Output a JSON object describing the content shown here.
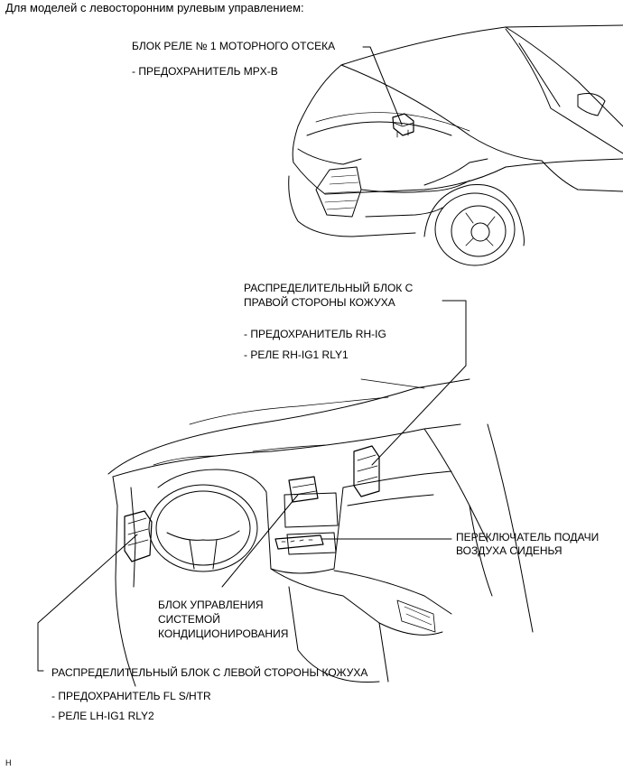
{
  "header": "Для моделей с левосторонним рулевым управлением:",
  "callouts": {
    "engine_relay_block": {
      "title": "БЛОК РЕЛЕ № 1 МОТОРНОГО ОТСЕКА",
      "items": [
        "- ПРЕДОХРАНИТЕЛЬ MPX-B"
      ]
    },
    "rh_junction_block": {
      "title_lines": [
        "РАСПРЕДЕЛИТЕЛЬНЫЙ БЛОК С",
        "ПРАВОЙ СТОРОНЫ КОЖУХА"
      ],
      "items": [
        "- ПРЕДОХРАНИТЕЛЬ RH-IG",
        "- РЕЛЕ RH-IG1 RLY1"
      ]
    },
    "seat_air_switch": {
      "title_lines": [
        "ПЕРЕКЛЮЧАТЕЛЬ ПОДАЧИ",
        "ВОЗДУХА СИДЕНЬЯ"
      ]
    },
    "ac_control_unit": {
      "title_lines": [
        "БЛОК УПРАВЛЕНИЯ",
        "СИСТЕМОЙ",
        "КОНДИЦИОНИРОВАНИЯ"
      ]
    },
    "lh_junction_block": {
      "title": "РАСПРЕДЕЛИТЕЛЬНЫЙ БЛОК С ЛЕВОЙ СТОРОНЫ КОЖУХА",
      "items": [
        "- ПРЕДОХРАНИТЕЛЬ FL S/HTR",
        "- РЕЛЕ LH-IG1 RLY2"
      ]
    }
  },
  "footer_mark": "H"
}
